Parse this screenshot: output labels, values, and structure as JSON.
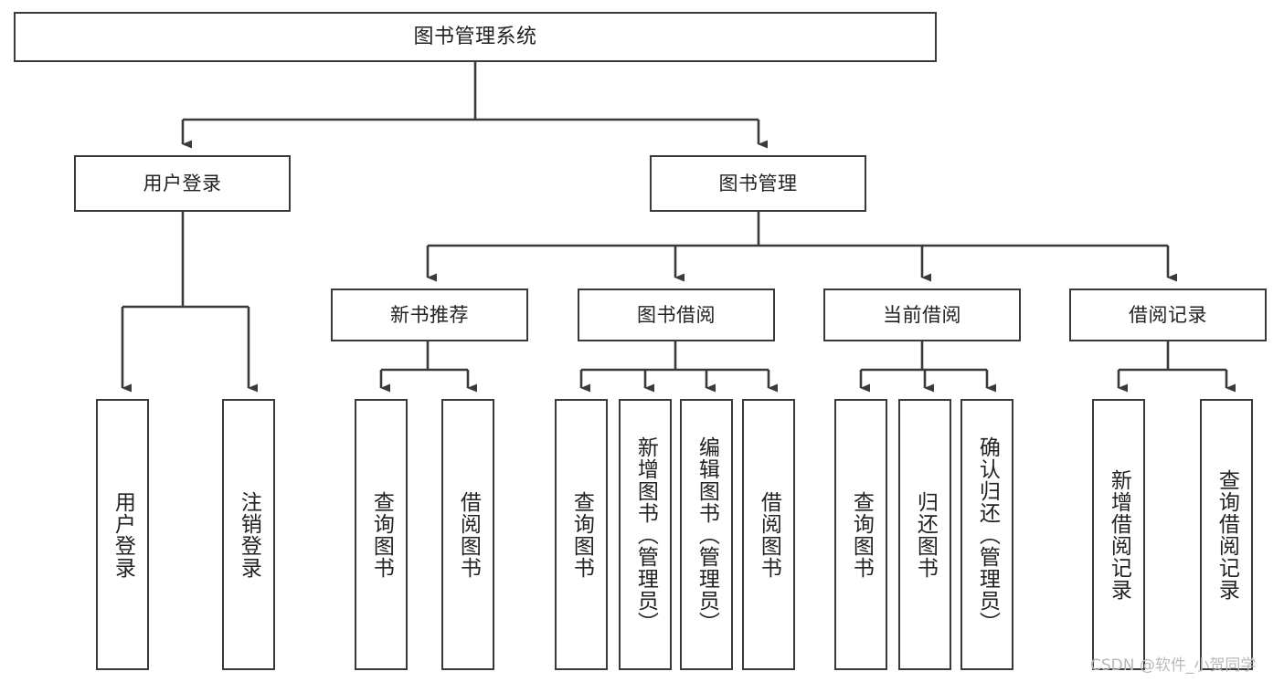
{
  "diagram": {
    "title": "图书管理系统",
    "type": "hierarchy-tree",
    "stroke_color": "#3a3a3a",
    "text_color": "#222222",
    "background_color": "#ffffff"
  },
  "nodes": {
    "root": {
      "label": "图书管理系统",
      "level": 0
    },
    "level1": [
      {
        "id": "user-login",
        "label": "用户登录"
      },
      {
        "id": "book-manage",
        "label": "图书管理"
      }
    ],
    "level2": [
      {
        "id": "new-book-rec",
        "label": "新书推荐",
        "parent": "book-manage"
      },
      {
        "id": "book-borrow",
        "label": "图书借阅",
        "parent": "book-manage"
      },
      {
        "id": "current-borrow",
        "label": "当前借阅",
        "parent": "book-manage"
      },
      {
        "id": "borrow-record",
        "label": "借阅记录",
        "parent": "book-manage"
      }
    ],
    "leaves": [
      {
        "id": "leaf-user-login",
        "label": "用户登录",
        "parent": "user-login"
      },
      {
        "id": "leaf-logout",
        "label": "注销登录",
        "parent": "user-login"
      },
      {
        "id": "leaf-query-book-1",
        "label": "查询图书",
        "parent": "new-book-rec"
      },
      {
        "id": "leaf-borrow-book-1",
        "label": "借阅图书",
        "parent": "new-book-rec"
      },
      {
        "id": "leaf-query-book-2",
        "label": "查询图书",
        "parent": "book-borrow"
      },
      {
        "id": "leaf-add-book",
        "label": "新增图书（管理员）",
        "parent": "book-borrow"
      },
      {
        "id": "leaf-edit-book",
        "label": "编辑图书（管理员）",
        "parent": "book-borrow"
      },
      {
        "id": "leaf-borrow-book-2",
        "label": "借阅图书",
        "parent": "book-borrow"
      },
      {
        "id": "leaf-query-book-3",
        "label": "查询图书",
        "parent": "current-borrow"
      },
      {
        "id": "leaf-return-book",
        "label": "归还图书",
        "parent": "current-borrow"
      },
      {
        "id": "leaf-confirm-return",
        "label": "确认归还（管理员）",
        "parent": "current-borrow"
      },
      {
        "id": "leaf-add-record",
        "label": "新增借阅记录",
        "parent": "borrow-record"
      },
      {
        "id": "leaf-query-record",
        "label": "查询借阅记录",
        "parent": "borrow-record"
      }
    ]
  },
  "watermark": {
    "text": "CSDN @软件_小贺同学"
  }
}
